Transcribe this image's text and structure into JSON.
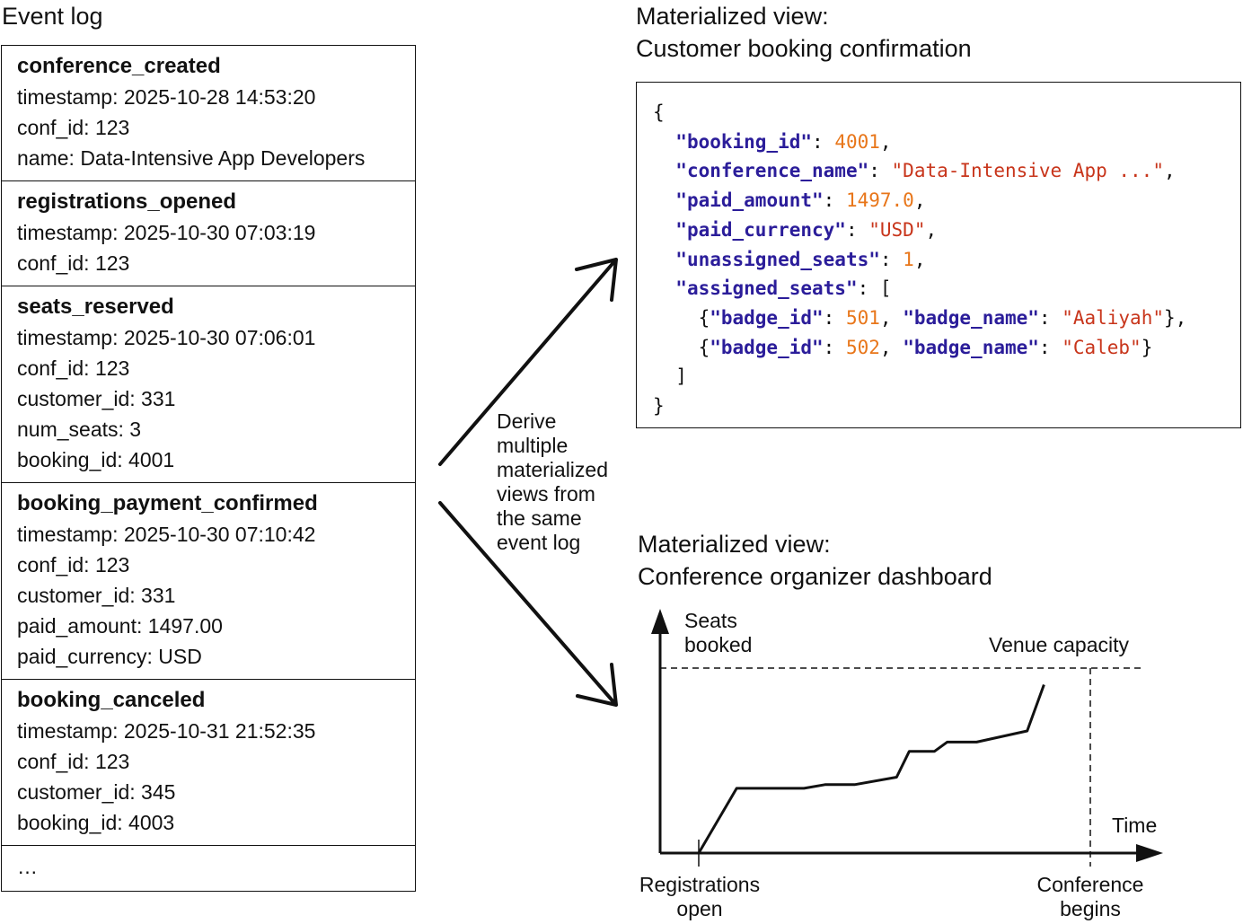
{
  "event_log": {
    "title": "Event log",
    "events": [
      {
        "name": "conference_created",
        "fields": [
          "timestamp: 2025-10-28 14:53:20",
          "conf_id: 123",
          "name: Data-Intensive App Developers"
        ]
      },
      {
        "name": "registrations_opened",
        "fields": [
          "timestamp: 2025-10-30 07:03:19",
          "conf_id: 123"
        ]
      },
      {
        "name": "seats_reserved",
        "fields": [
          "timestamp: 2025-10-30 07:06:01",
          "conf_id: 123",
          "customer_id: 331",
          "num_seats: 3",
          "booking_id: 4001"
        ]
      },
      {
        "name": "booking_payment_confirmed",
        "fields": [
          "timestamp: 2025-10-30 07:10:42",
          "conf_id: 123",
          "customer_id: 331",
          "paid_amount: 1497.00",
          "paid_currency: USD"
        ]
      },
      {
        "name": "booking_canceled",
        "fields": [
          "timestamp: 2025-10-31 21:52:35",
          "conf_id: 123",
          "customer_id: 345",
          "booking_id: 4003"
        ]
      }
    ],
    "ellipsis": "…"
  },
  "derive_text": [
    "Derive",
    "multiple",
    "materialized",
    "views from",
    "the same",
    "event log"
  ],
  "view_booking": {
    "title_line1": "Materialized view:",
    "title_line2": "Customer booking confirmation",
    "json": {
      "booking_id_key": "\"booking_id\"",
      "booking_id_val": "4001",
      "conference_name_key": "\"conference_name\"",
      "conference_name_val": "\"Data-Intensive App ...\"",
      "paid_amount_key": "\"paid_amount\"",
      "paid_amount_val": "1497.0",
      "paid_currency_key": "\"paid_currency\"",
      "paid_currency_val": "\"USD\"",
      "unassigned_seats_key": "\"unassigned_seats\"",
      "unassigned_seats_val": "1",
      "assigned_seats_key": "\"assigned_seats\"",
      "seats": [
        {
          "id_key": "\"badge_id\"",
          "id_val": "501",
          "name_key": "\"badge_name\"",
          "name_val": "\"Aaliyah\""
        },
        {
          "id_key": "\"badge_id\"",
          "id_val": "502",
          "name_key": "\"badge_name\"",
          "name_val": "\"Caleb\""
        }
      ]
    },
    "colors": {
      "key": "#2b1d9a",
      "number": "#e8761a",
      "string": "#c8351b"
    }
  },
  "view_dashboard": {
    "title_line1": "Materialized view:",
    "title_line2": "Conference organizer dashboard",
    "chart_data": {
      "type": "line",
      "ylabel_line1": "Seats",
      "ylabel_line2": "booked",
      "xlabel": "Time",
      "capacity_label": "Venue capacity",
      "start_label_line1": "Registrations",
      "start_label_line2": "open",
      "end_label_line1": "Conference",
      "end_label_line2": "begins",
      "capacity": 100,
      "x": [
        0.0,
        0.09,
        0.25,
        0.3,
        0.37,
        0.47,
        0.5,
        0.56,
        0.59,
        0.66,
        0.78,
        0.82
      ],
      "y": [
        0,
        35,
        35,
        37,
        37,
        41,
        55,
        55,
        60,
        60,
        66,
        91
      ],
      "conference_begins_x": 0.93
    }
  }
}
